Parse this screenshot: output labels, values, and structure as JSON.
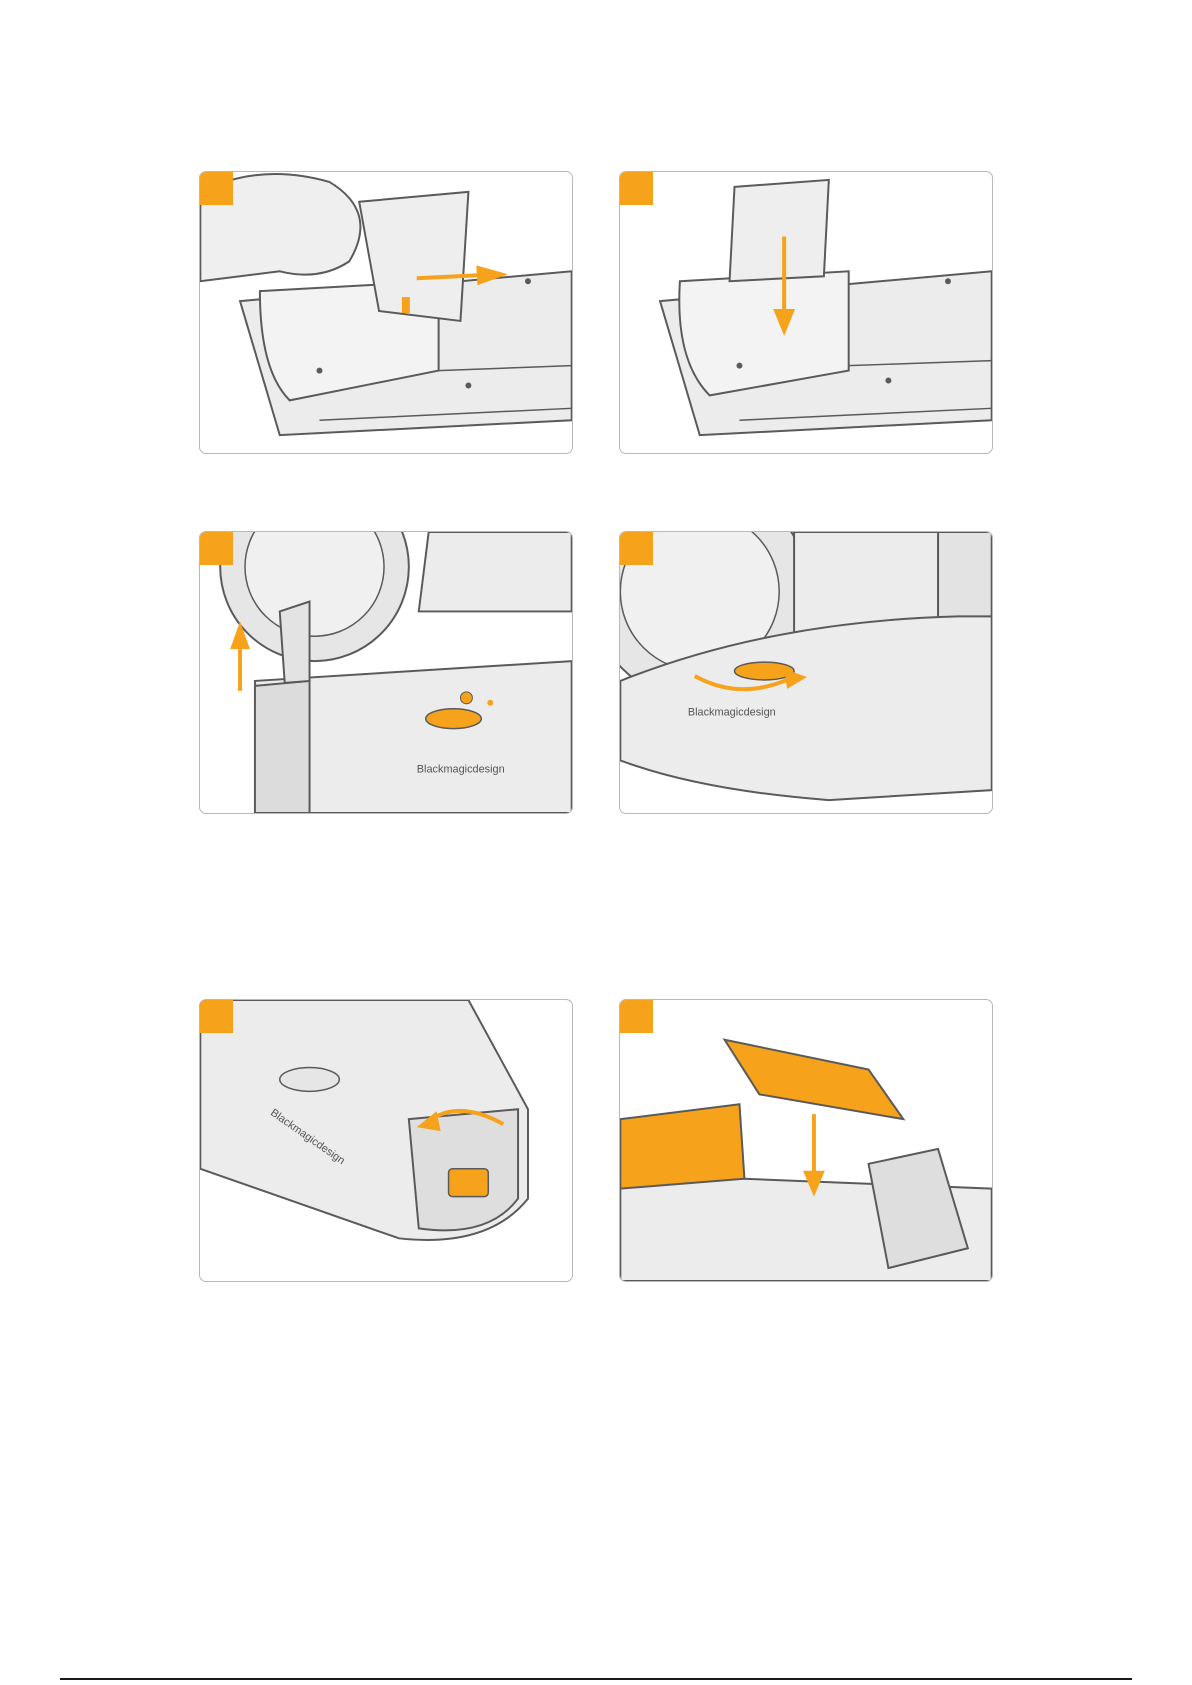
{
  "brand_text": "Blackmagicdesign",
  "colors": {
    "accent": "#f7a21b",
    "panel_border": "#b9b9b9",
    "line_art": "#5a5a5a",
    "fill": "#e9e9e9"
  },
  "panels": [
    {
      "id": "remove-door-slide"
    },
    {
      "id": "replace-door-down"
    },
    {
      "id": "lift-camera"
    },
    {
      "id": "turn-wheel"
    },
    {
      "id": "open-battery-door"
    },
    {
      "id": "insert-batteries"
    }
  ]
}
